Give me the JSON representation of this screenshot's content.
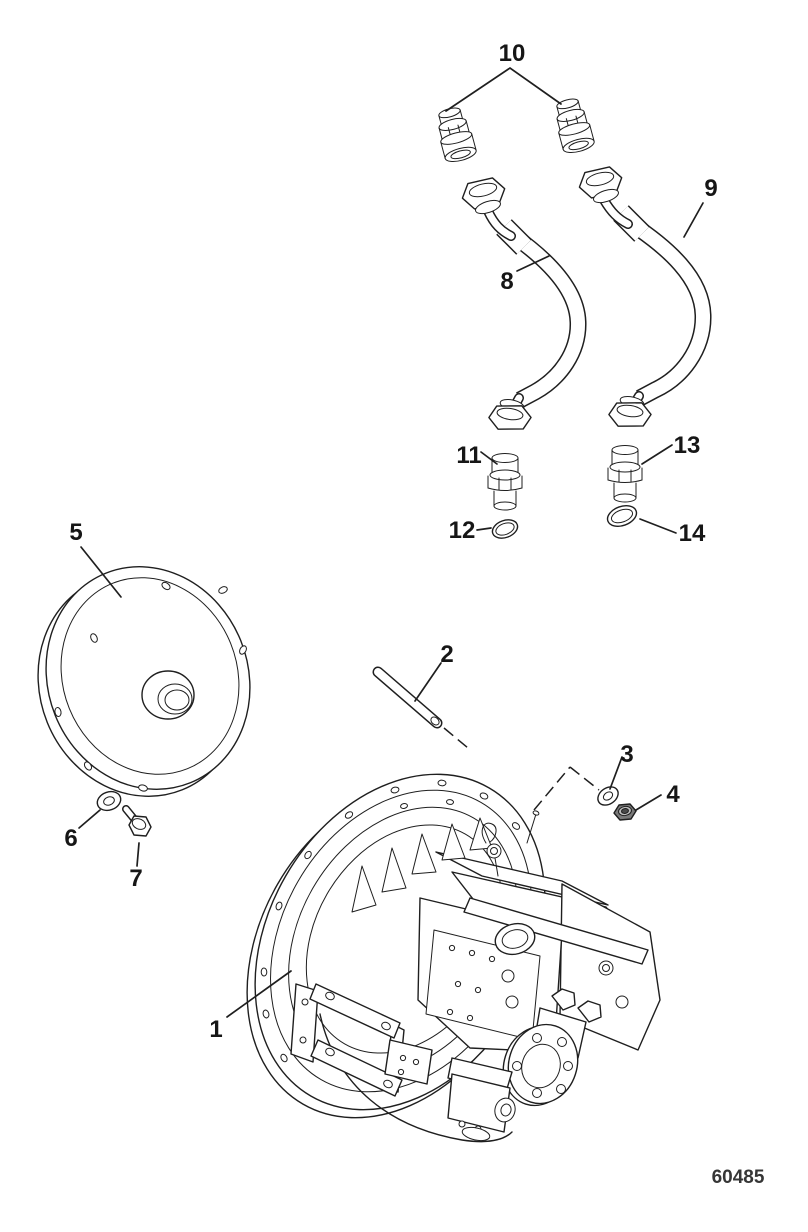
{
  "diagram": {
    "type": "exploded-parts-diagram",
    "drawing_number": "60485",
    "ink_color": "#1f1f1f",
    "background_color": "#ffffff",
    "callouts": [
      {
        "label": "1"
      },
      {
        "label": "2"
      },
      {
        "label": "3"
      },
      {
        "label": "4"
      },
      {
        "label": "5"
      },
      {
        "label": "6"
      },
      {
        "label": "7"
      },
      {
        "label": "8"
      },
      {
        "label": "9"
      },
      {
        "label": "10"
      },
      {
        "label": "11"
      },
      {
        "label": "12"
      },
      {
        "label": "13"
      },
      {
        "label": "14"
      }
    ]
  }
}
